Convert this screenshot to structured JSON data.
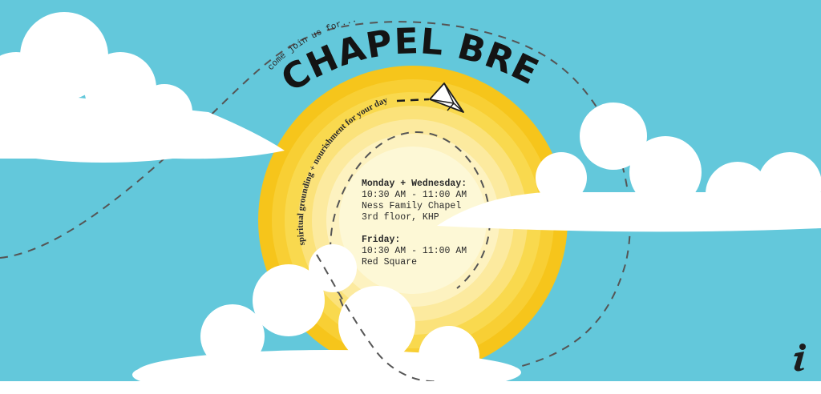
{
  "banner": {
    "intro": "come join us for...",
    "title": "CHAPEL BREAK",
    "tagline": "spiritual grounding + nourishment for your day"
  },
  "schedule": {
    "block1": {
      "day": "Monday + Wednesday:",
      "time": "10:30 AM - 11:00 AM",
      "place": "Ness Family Chapel",
      "room": "3rd floor, KHP"
    },
    "block2": {
      "day": "Friday:",
      "time": "10:30 AM - 11:00 AM",
      "place": "Red Square"
    }
  },
  "colors": {
    "sky": "#63c8db",
    "sun_outer": "#f6c51b",
    "sun_inner": "#fdf8d6",
    "cloud": "#ffffff",
    "ink": "#1d1d1d"
  },
  "icons": {
    "plane": "paper-airplane-icon",
    "logo": "brand-i-icon"
  }
}
